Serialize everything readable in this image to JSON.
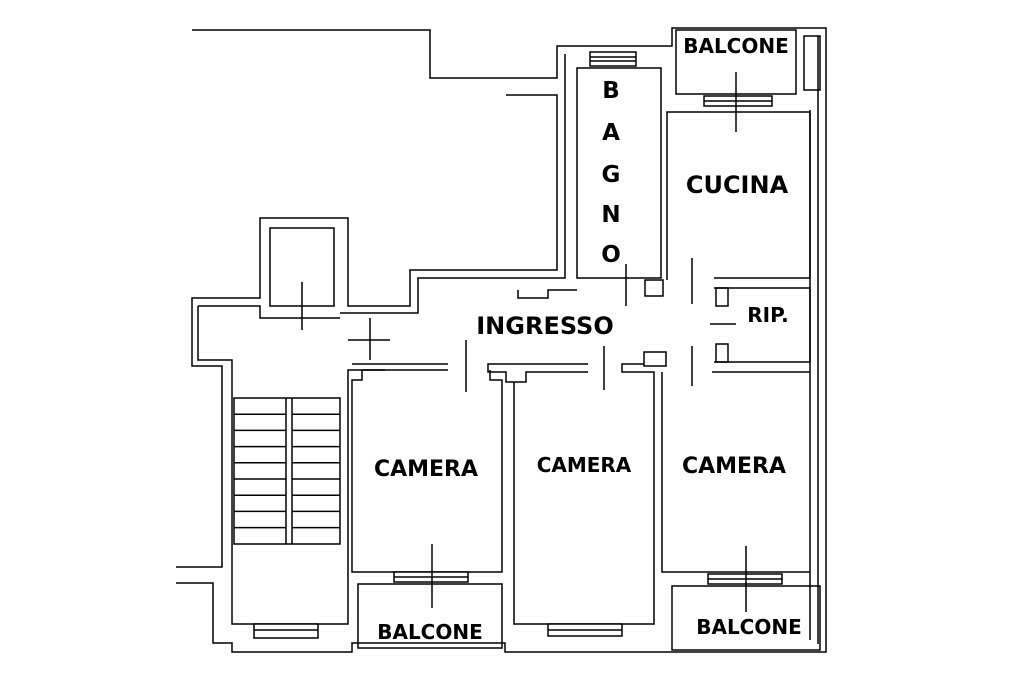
{
  "rooms": {
    "bagno": [
      "B",
      "A",
      "G",
      "N",
      "O"
    ],
    "cucina": "CUCINA",
    "ingresso": "INGRESSO",
    "ripostiglio": "RIP.",
    "camera_left": "CAMERA",
    "camera_middle": "CAMERA",
    "camera_right": "CAMERA",
    "balcone_top": "BALCONE",
    "balcone_bottom_left": "BALCONE",
    "balcone_bottom_right": "BALCONE"
  }
}
